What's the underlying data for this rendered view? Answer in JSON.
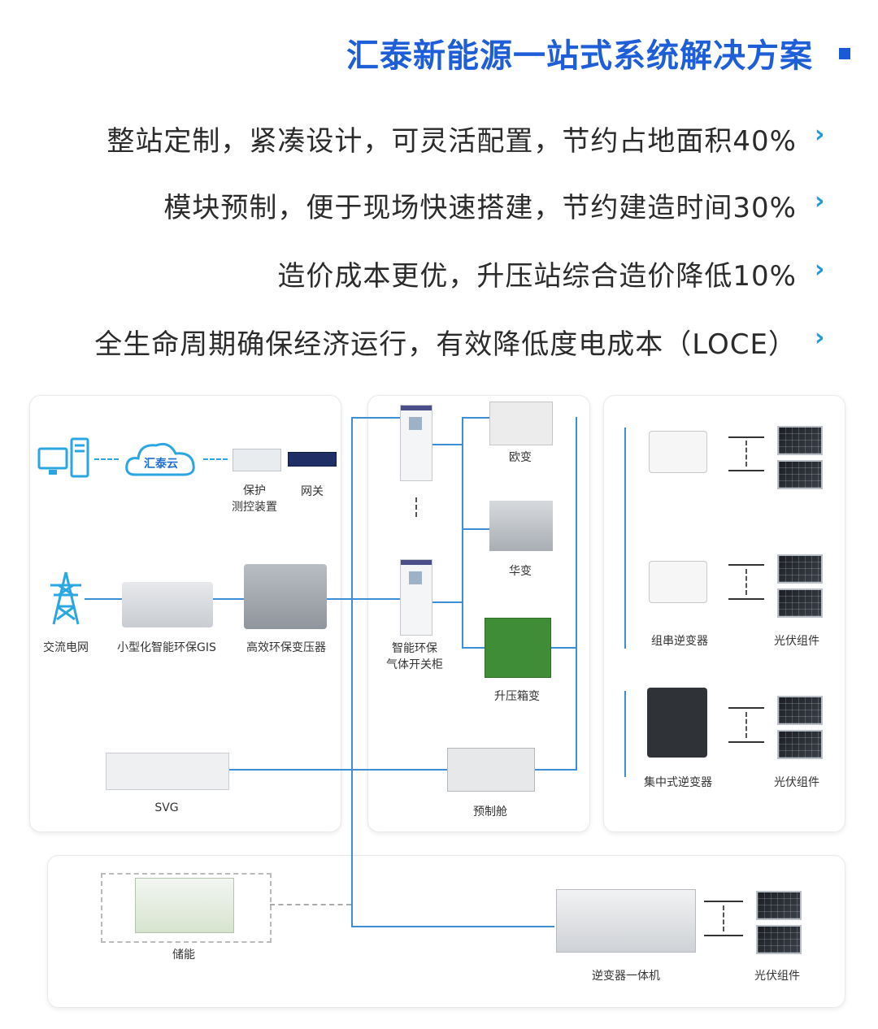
{
  "title": "汇泰新能源一站式系统解决方案",
  "bullets": [
    "整站定制，紧凑设计，可灵活配置，节约占地面积40%",
    "模块预制，便于现场快速搭建，节约建造时间30%",
    "造价成本更优，升压站综合造价降低10%",
    "全生命周期确保经济运行，有效降低度电成本（LOCE）"
  ],
  "left_panel": {
    "cloud": "汇泰云",
    "protect_device": "保护\n测控装置",
    "gateway": "网关",
    "ac_grid": "交流电网",
    "gis": "小型化智能环保GIS",
    "transformer": "高效环保变压器",
    "svg": "SVG"
  },
  "middle_panel": {
    "ring_cabinet": "智能环保\n气体开关柜",
    "euro_sub": "欧变",
    "us_sub": "华变",
    "boost_box": "升压箱变",
    "prefab_cabin": "预制舱"
  },
  "right_panel": {
    "string_inverter": "组串逆变器",
    "pv_module_1": "光伏组件",
    "central_inverter": "集中式逆变器",
    "pv_module_2": "光伏组件"
  },
  "bottom_panel": {
    "storage": "储能",
    "inverter_integrated": "逆变器一体机",
    "pv_module_3": "光伏组件"
  },
  "colors": {
    "title": "#1e5ed8",
    "accent": "#1a9be0",
    "line": "#3c8fd6",
    "boost_box": "#3f8d36"
  }
}
